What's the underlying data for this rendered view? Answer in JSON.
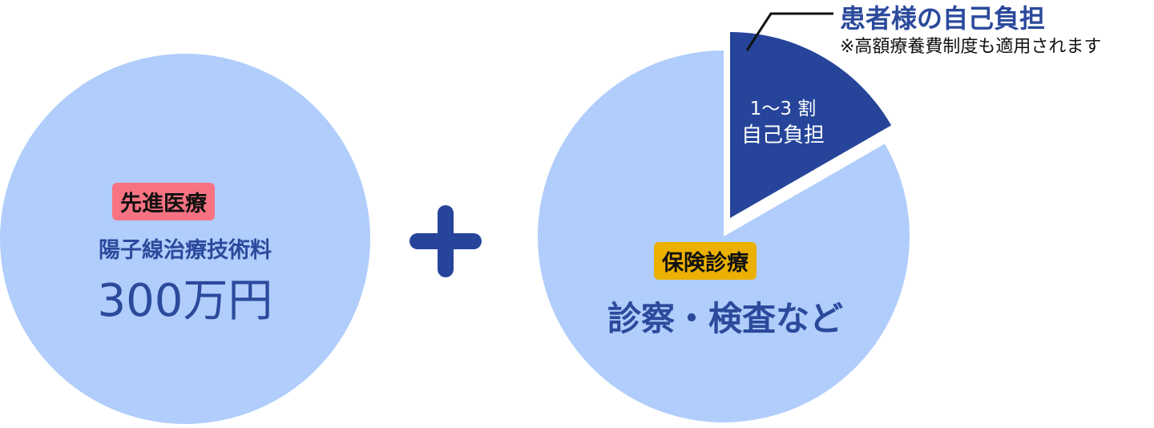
{
  "colors": {
    "light": "#b0cdfb",
    "dark": "#26459a",
    "pink": "#f87382",
    "gold": "#ebb000",
    "text_blue": "#2b4a9c"
  },
  "left": {
    "tag": "先進医療",
    "name": "陽子線治療技術料",
    "amount": "300万円"
  },
  "operator": "+",
  "right": {
    "tag": "保険診療",
    "name": "診察・検査など",
    "slice_label_line1": "1～3 割",
    "slice_label_line2": "自己負担",
    "slice_fraction": 0.167,
    "callout_title": "患者様の自己負担",
    "callout_note": "※高額療養費制度も適用されます"
  }
}
